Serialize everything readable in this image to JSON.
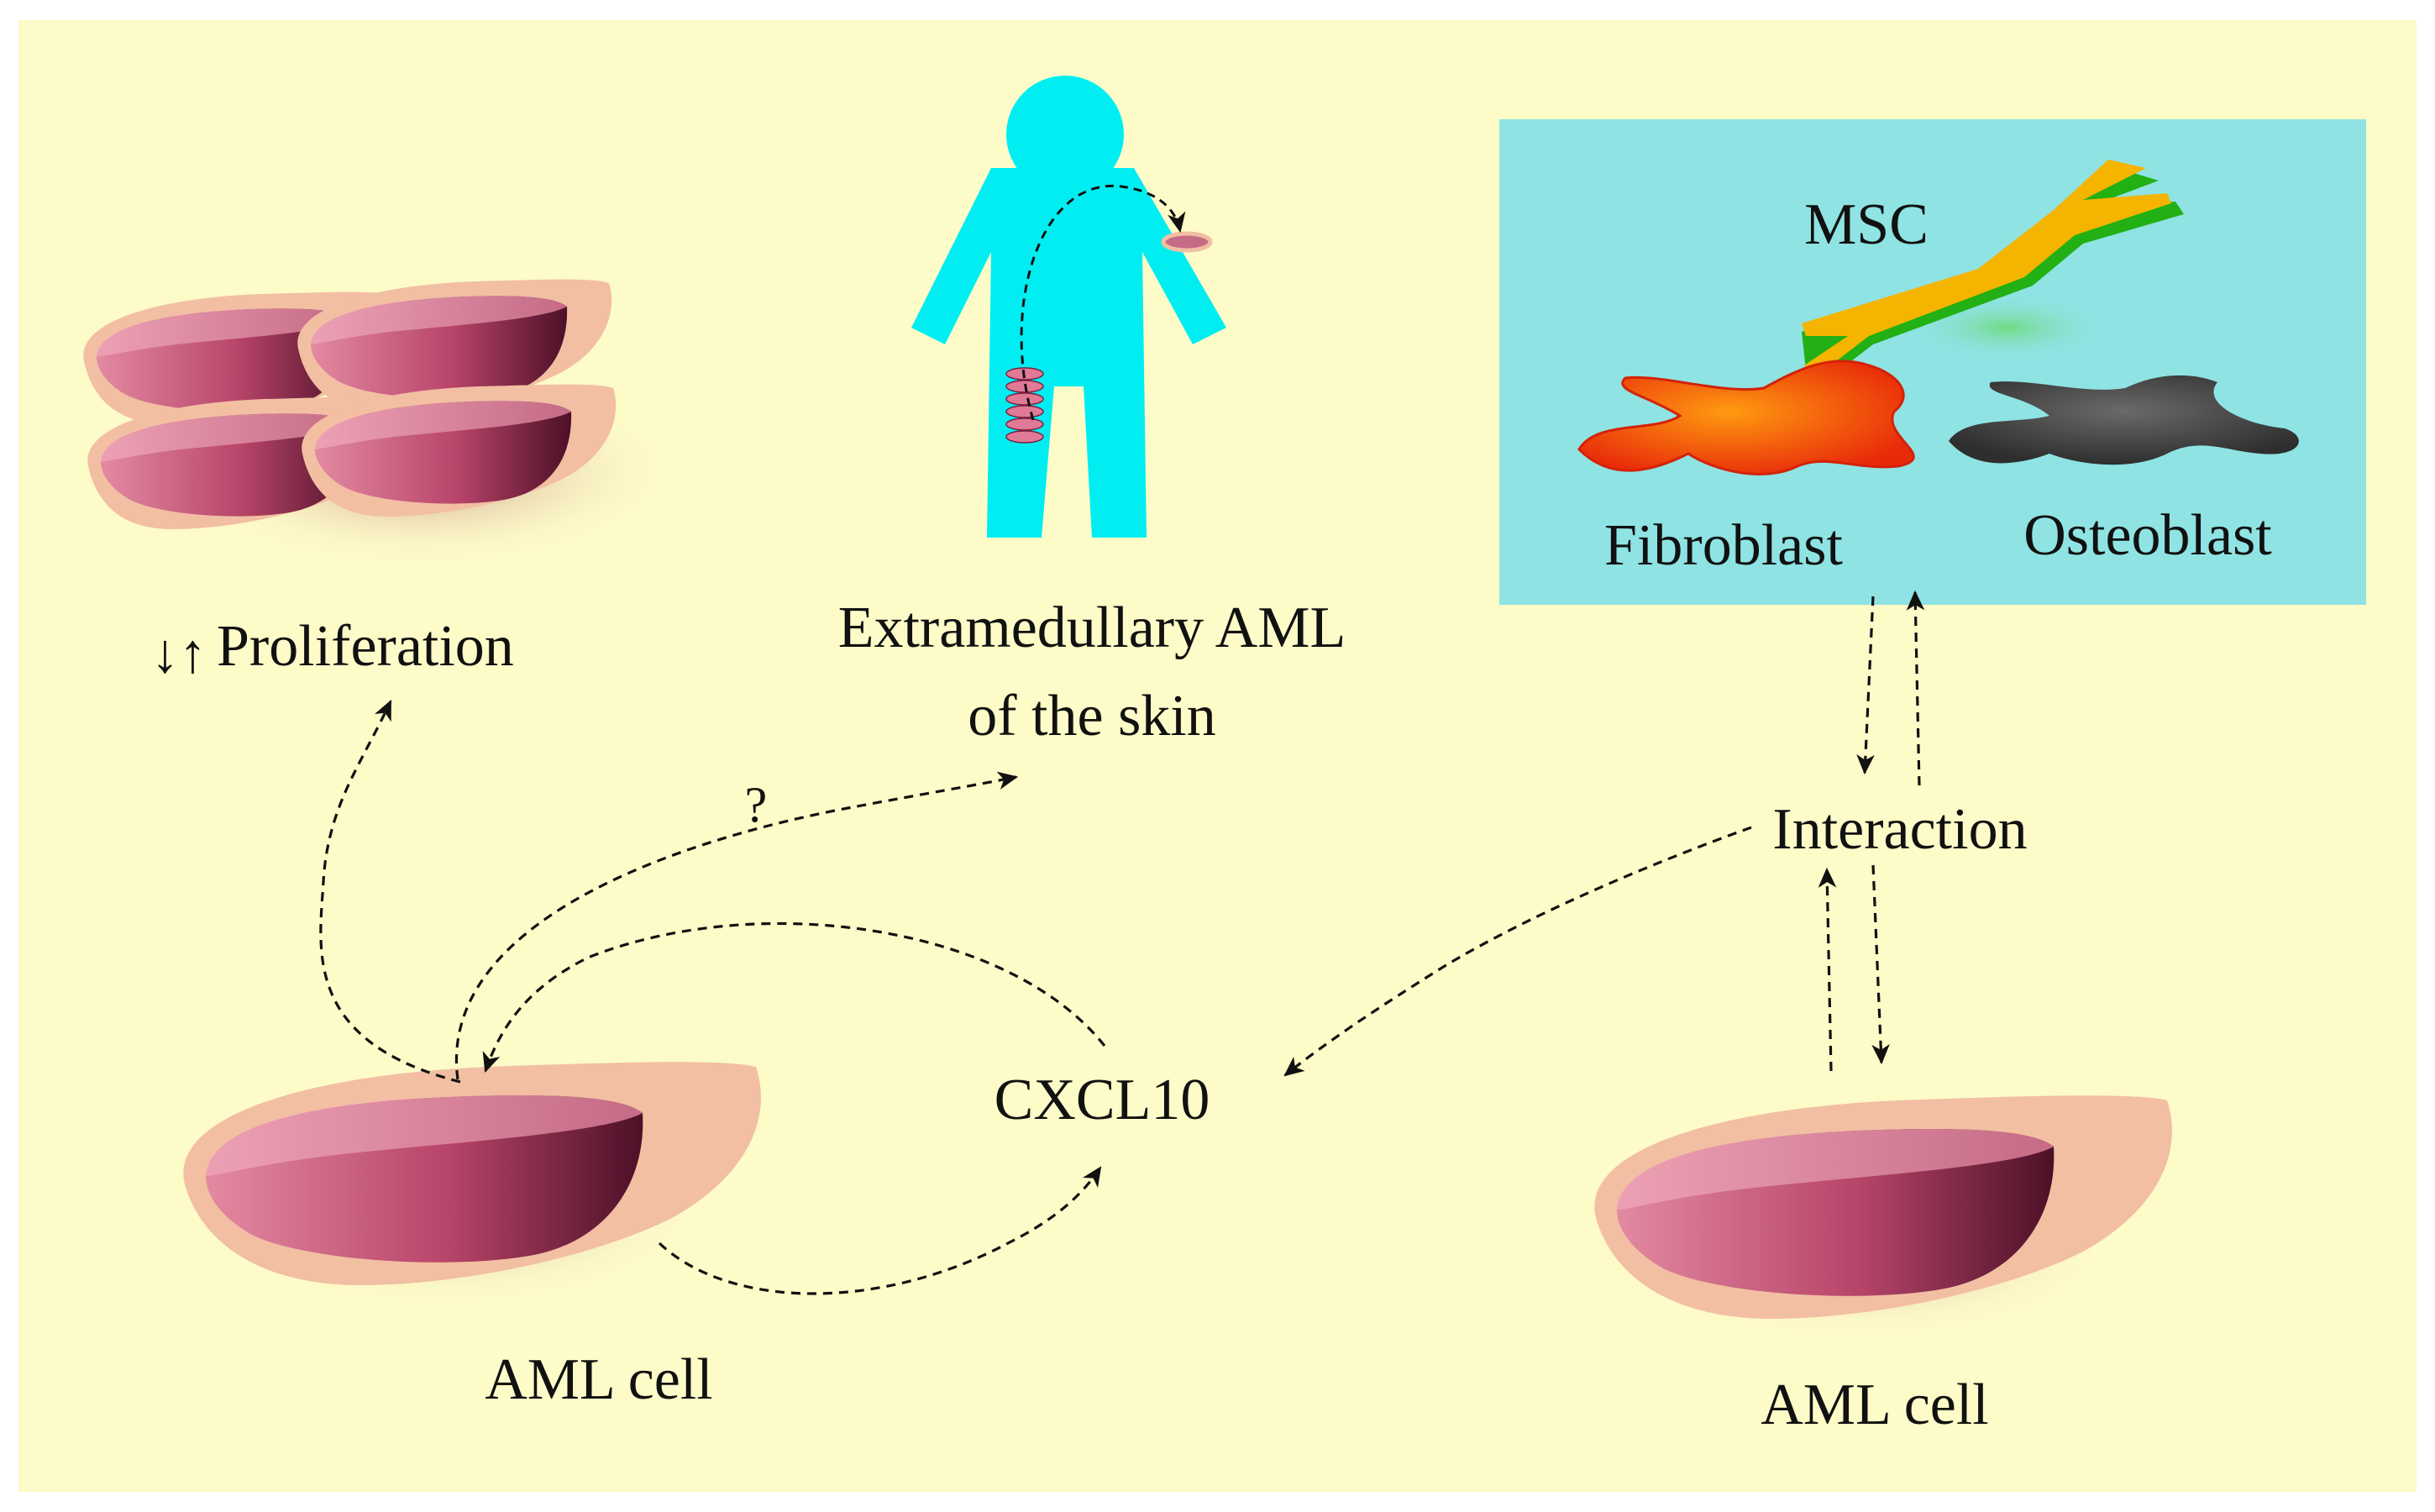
{
  "labels": {
    "proliferation": "Proliferation",
    "proliferation_arrows": "↓↑",
    "extramedullary_line1": "Extramedullary AML",
    "extramedullary_line2": "of the skin",
    "question": "?",
    "msc": "MSC",
    "fibroblast": "Fibroblast",
    "osteoblast": "Osteoblast",
    "interaction": "Interaction",
    "cxcl10": "CXCL10",
    "aml_cell_left": "AML cell",
    "aml_cell_right": "AML cell"
  },
  "colors": {
    "background": "#fdfbc8",
    "niche_box": "#8fe3e3",
    "human_figure": "#00eef2",
    "cell_outline": "#f2bfa3",
    "cell_body_light": "#e07a96",
    "cell_body_dark": "#5a1630",
    "fibroblast": "#ff4d10",
    "osteoblast": "#4a4a4a",
    "msc_body": "#f5b400",
    "msc_edge": "#22b014"
  }
}
